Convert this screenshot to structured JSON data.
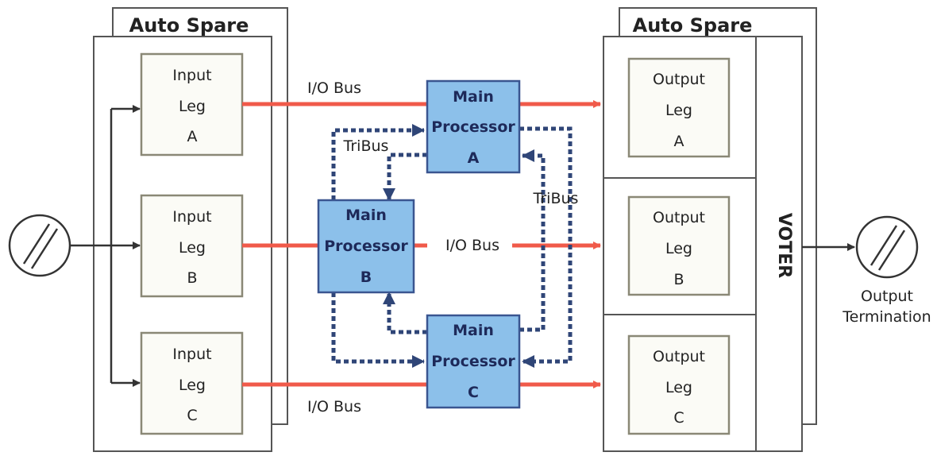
{
  "left_panel": {
    "title": "Auto Spare",
    "legs": [
      {
        "line1": "Input",
        "line2": "Leg",
        "line3": "A"
      },
      {
        "line1": "Input",
        "line2": "Leg",
        "line3": "B"
      },
      {
        "line1": "Input",
        "line2": "Leg",
        "line3": "C"
      }
    ]
  },
  "right_panel": {
    "title": "Auto Spare",
    "voter_label": "VOTER",
    "legs": [
      {
        "line1": "Output",
        "line2": "Leg",
        "line3": "A"
      },
      {
        "line1": "Output",
        "line2": "Leg",
        "line3": "B"
      },
      {
        "line1": "Output",
        "line2": "Leg",
        "line3": "C"
      }
    ]
  },
  "processors": [
    {
      "line1": "Main",
      "line2": "Processor",
      "line3": "A"
    },
    {
      "line1": "Main",
      "line2": "Processor",
      "line3": "B"
    },
    {
      "line1": "Main",
      "line2": "Processor",
      "line3": "C"
    }
  ],
  "bus_labels": {
    "io_top": "I/O Bus",
    "io_middle": "I/O Bus",
    "io_bottom": "I/O Bus",
    "tribus_left": "TriBus",
    "tribus_right": "TriBus"
  },
  "output_termination": {
    "line1": "Output",
    "line2": "Termination"
  },
  "colors": {
    "io_bus": "#f05a4a",
    "tribus": "#2f4577",
    "processor_fill": "#8cc0ea",
    "processor_border": "#3a5590",
    "leg_border": "#8a8876"
  }
}
